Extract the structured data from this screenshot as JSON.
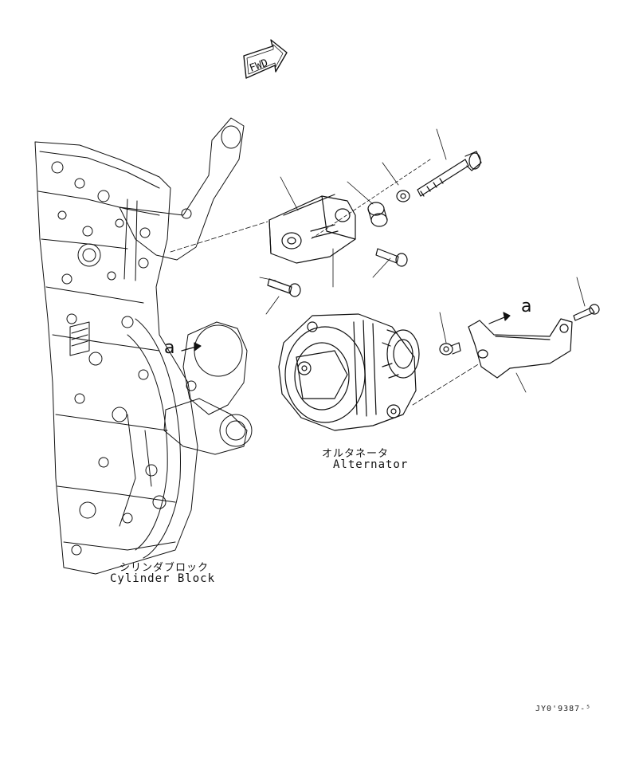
{
  "fwd_label": "FWD",
  "callout_left": "a",
  "callout_right": "a",
  "alternator": {
    "jp": "オルタネータ",
    "en": "Alternator"
  },
  "cylinder_block": {
    "jp": "シリンダブロック",
    "en": "Cylinder Block"
  },
  "figure_id": "JY0'9387-⁵"
}
